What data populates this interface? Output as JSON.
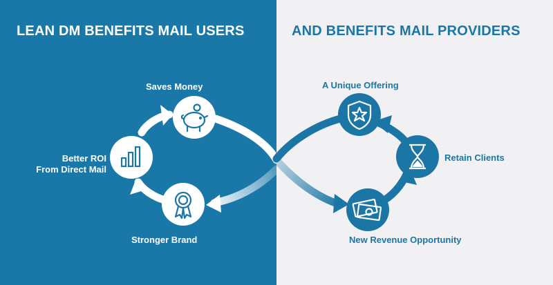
{
  "headings": {
    "left": "LEAN DM BENEFITS MAIL USERS",
    "right": "AND BENEFITS MAIL PROVIDERS"
  },
  "users_benefits": {
    "saves_money": "Saves Money",
    "better_roi_line1": "Better ROI",
    "better_roi_line2": "From Direct Mail",
    "stronger_brand": "Stronger Brand"
  },
  "provider_benefits": {
    "unique_offering": "A Unique Offering",
    "retain_clients": "Retain Clients",
    "new_revenue": "New Revenue Opportunity"
  },
  "icons": {
    "saves_money": "piggy-bank-icon",
    "better_roi": "bar-chart-icon",
    "stronger_brand": "award-ribbon-icon",
    "unique_offering": "shield-star-icon",
    "retain_clients": "hourglass-icon",
    "new_revenue": "money-icon"
  },
  "colors": {
    "left_panel": "#1a78a8",
    "right_panel": "#f1f1f3",
    "accent_blue": "#1b76a6",
    "white": "#ffffff"
  }
}
